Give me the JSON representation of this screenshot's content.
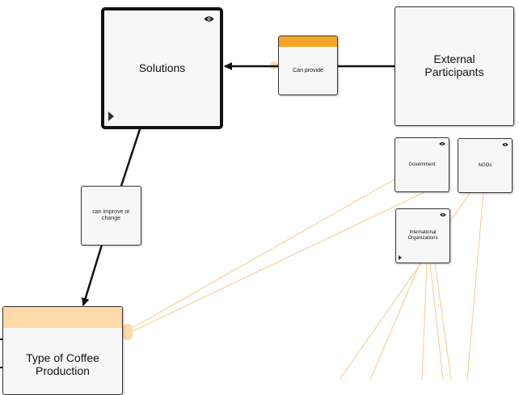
{
  "colors": {
    "edge_black": "#111111",
    "edge_orange": "#f9c98a",
    "header_orange": "#f4a62a",
    "header_peach": "#fdd9a8"
  },
  "nodes": {
    "solutions": {
      "label": "Solutions",
      "selected": true,
      "has_eye": true,
      "has_play": true
    },
    "external_participants": {
      "label": "External Participants"
    },
    "government": {
      "label": "Government",
      "has_eye": true
    },
    "ngos": {
      "label": "NGOs",
      "has_eye": true
    },
    "international_organizations": {
      "label": "International Organizations",
      "has_eye": true,
      "has_play": true
    },
    "type_of_coffee_production": {
      "label": "Type of Coffee Production"
    }
  },
  "edges": {
    "can_provide": {
      "label": "Can provide",
      "from": "External Participants",
      "to": "Solutions"
    },
    "can_improve_or_change": {
      "label": "can improve or change",
      "from": "Solutions",
      "to": "Type of Coffee Production"
    }
  }
}
